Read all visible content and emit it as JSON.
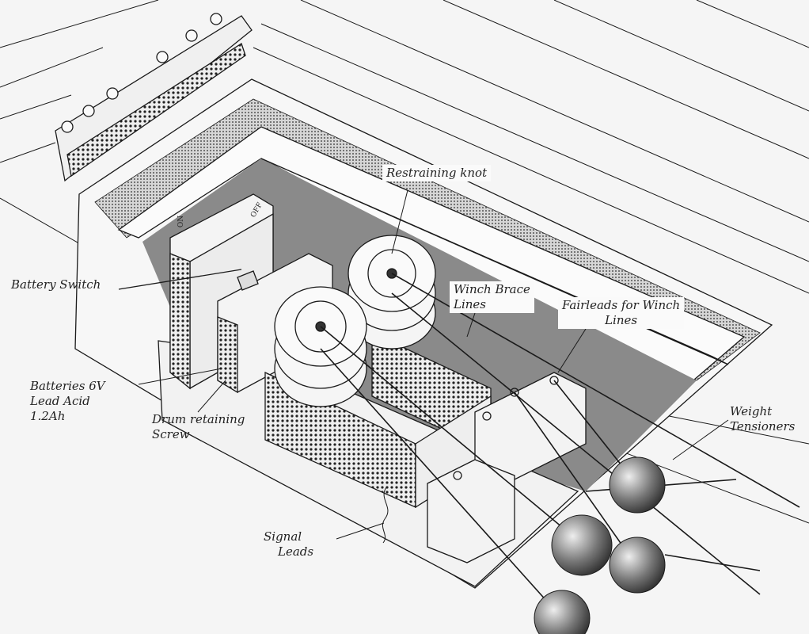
{
  "diagram": {
    "labels": {
      "restraining_knot": "Restraining knot",
      "battery_switch": "Battery Switch",
      "winch_brace_lines_1": "Winch Brace",
      "winch_brace_lines_2": "Lines",
      "fairleads_1": "Fairleads for Winch",
      "fairleads_2": "Lines",
      "batteries_1": "Batteries 6V",
      "batteries_2": "Lead Acid",
      "batteries_3": "1.2Ah",
      "drum_screw_1": "Drum retaining",
      "drum_screw_2": "Screw",
      "weight_tensioners_1": "Weight",
      "weight_tensioners_2": "Tensioners",
      "signal_leads_1": "Signal",
      "signal_leads_2": "Leads"
    },
    "battery_markings": {
      "on": "ON",
      "off": "OFF"
    },
    "colors": {
      "ink": "#1a1a1a",
      "floor": "#8a8a8a",
      "paper": "#f5f5f5",
      "stipple": "#bdbdbd"
    }
  }
}
